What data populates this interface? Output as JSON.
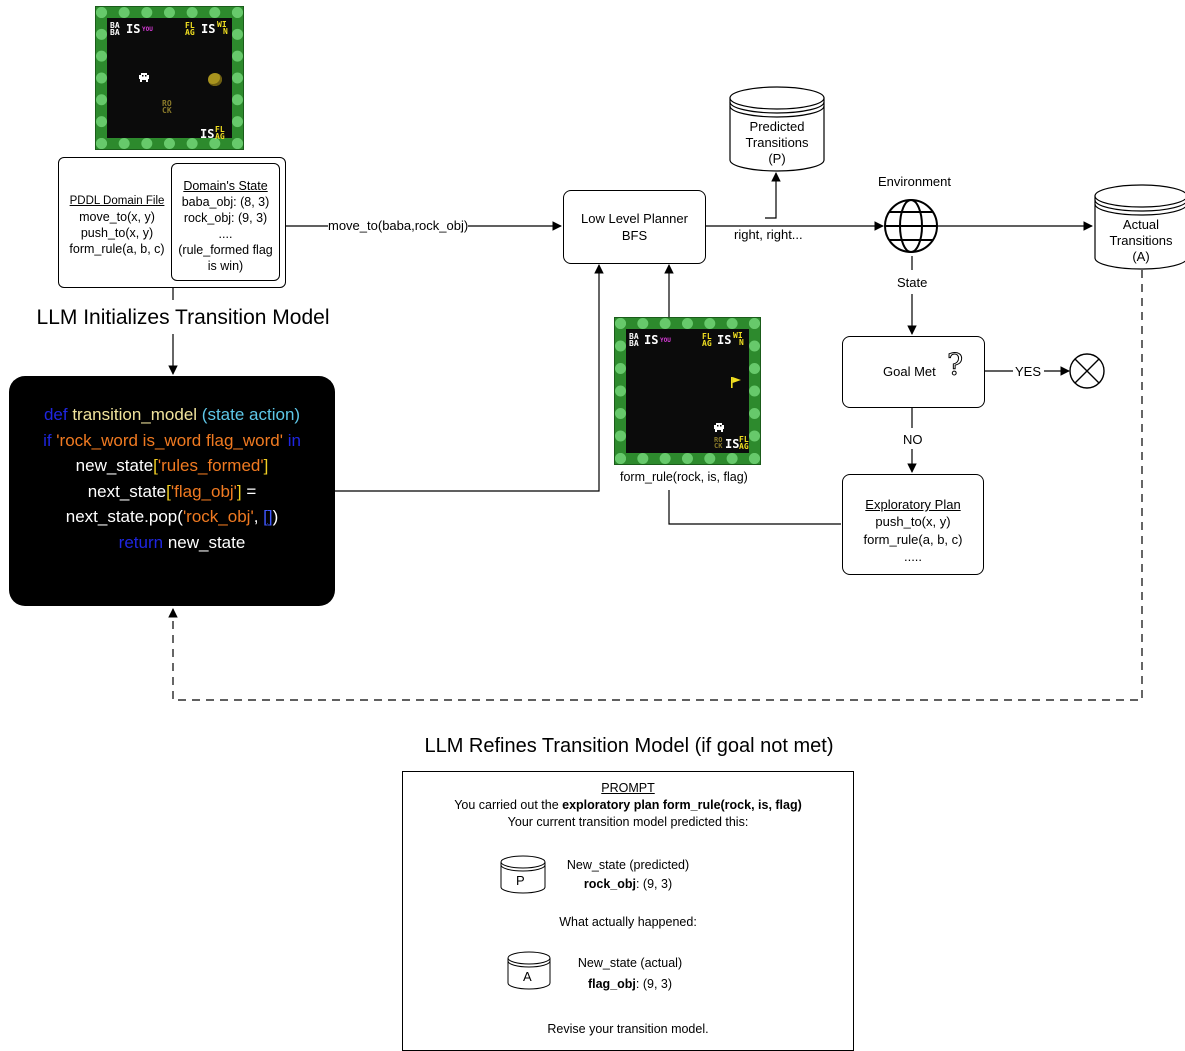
{
  "left_panel": {
    "heading": "LLM Initializes Transition Model",
    "pddl": {
      "title": "PDDL Domain File",
      "lines": [
        "move_to(x, y)",
        "push_to(x, y)",
        "form_rule(a, b, c)"
      ]
    },
    "state": {
      "title": "Domain's State",
      "lines": [
        "baba_obj: (8, 3)",
        "rock_obj: (9, 3)",
        "....",
        "(rule_formed flag",
        "is win)"
      ]
    },
    "board": {
      "rule1": {
        "baba": "BA",
        "baba2": "BA",
        "is": "IS",
        "you": "YOU"
      },
      "rule2": {
        "flag": "FL",
        "flag2": "AG",
        "is": "IS",
        "win": "WI",
        "win2": "N"
      },
      "rock": {
        "a": "RO",
        "b": "CK"
      },
      "rule3": {
        "is": "IS",
        "flag": "FL",
        "flag2": "AG"
      },
      "sprites": [
        "baba-sprite",
        "rock-sprite"
      ]
    }
  },
  "code": {
    "line1": {
      "kw": "def",
      "name": "transition_model",
      "paren": "(state  action)"
    },
    "line2": {
      "kw1": "if",
      "str": "'rock_word is_word flag_word'",
      "kw2": "in"
    },
    "line3": {
      "a": "new_state",
      "b": "[",
      "c": "'rules_formed'",
      "d": "]"
    },
    "line4": {
      "a": "next_state",
      "b": "[",
      "c": "'flag_obj'",
      "d": "]",
      "e": " ="
    },
    "line5": {
      "a": "next_state.pop(",
      "b": "'rock_obj'",
      "c": ", ",
      "d": "[]",
      "e": ")"
    },
    "line6": {
      "kw": "return",
      "rest": " new_state"
    }
  },
  "arrow_label_move": "move_to(baba,rock_obj)",
  "planner": {
    "line1": "Low Level Planner",
    "line2": "BFS"
  },
  "predicted_db": {
    "line1": "Predicted",
    "line2": "Transitions",
    "line3": "(P)"
  },
  "actions_label": "right, right...",
  "environment_label": "Environment",
  "actual_db": {
    "line1": "Actual",
    "line2": "Transitions",
    "line3": "(A)"
  },
  "state_label": "State",
  "goal": {
    "label": "Goal Met",
    "icon": "question-mark-icon"
  },
  "yes_label": "YES",
  "no_label": "NO",
  "mid_board": {
    "rule1": {
      "baba": "BA",
      "baba2": "BA",
      "is": "IS",
      "you": "YOU"
    },
    "rule2": {
      "flag": "FL",
      "flag2": "AG",
      "is": "IS",
      "win": "WI",
      "win2": "N"
    },
    "rock": {
      "a": "RO",
      "b": "CK"
    },
    "rule3": {
      "is": "IS",
      "flag": "FL",
      "flag2": "AG"
    },
    "caption": "form_rule(rock, is, flag)",
    "sprites": [
      "flag-sprite",
      "baba-sprite"
    ]
  },
  "exploratory": {
    "title": "Exploratory Plan",
    "lines": [
      "push_to(x, y)",
      "form_rule(a, b, c)",
      "....."
    ]
  },
  "refine_heading": "LLM Refines Transition Model (if goal not met)",
  "prompt": {
    "title": "PROMPT",
    "line1_pre": "You carried out the ",
    "line1_bold": "exploratory plan form_rule(rock, is, flag)",
    "line2": "Your current transition model predicted this:",
    "pred_icon": "P",
    "pred_title": "New_state (predicted)",
    "pred_key": "rock_obj",
    "pred_val": ": (9, 3)",
    "actual_intro": "What actually happened:",
    "act_icon": "A",
    "act_title": "New_state (actual)",
    "act_key": "flag_obj",
    "act_val": ": (9, 3)",
    "closing": "Revise your transition model."
  },
  "colors": {
    "board_border": "#2d8a2d",
    "keyword": "#1f26e0",
    "string": "#f07a21",
    "function_name": "#f0e39c",
    "params": "#5ec7e8",
    "bracket": "#f2d023",
    "word_baba": "#ffffff",
    "word_you": "#d63ad6",
    "word_flag": "#f2e021",
    "word_rock": "#8a7a2a"
  }
}
